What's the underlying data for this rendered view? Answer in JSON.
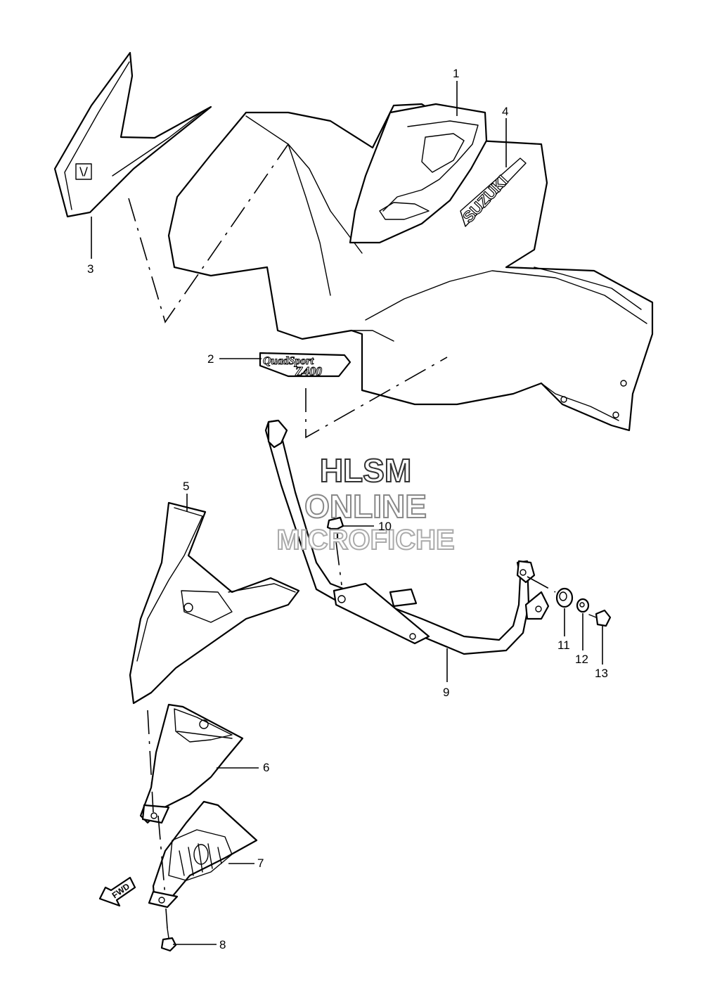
{
  "callouts": [
    {
      "id": "1",
      "label": "1"
    },
    {
      "id": "2",
      "label": "2"
    },
    {
      "id": "3",
      "label": "3"
    },
    {
      "id": "4",
      "label": "4"
    },
    {
      "id": "5",
      "label": "5"
    },
    {
      "id": "6",
      "label": "6"
    },
    {
      "id": "7",
      "label": "7"
    },
    {
      "id": "8",
      "label": "8"
    },
    {
      "id": "9",
      "label": "9"
    },
    {
      "id": "10",
      "label": "10"
    },
    {
      "id": "11",
      "label": "11"
    },
    {
      "id": "12",
      "label": "12"
    },
    {
      "id": "13",
      "label": "13"
    }
  ],
  "emblem": {
    "brand": "SUZUKI",
    "model_a": "QuadSport",
    "model_b": "Z400"
  },
  "direction_marker": "FWD",
  "watermark": {
    "line1": "HLSM",
    "line2": "ONLINE",
    "line3": "MICROFICHE"
  }
}
